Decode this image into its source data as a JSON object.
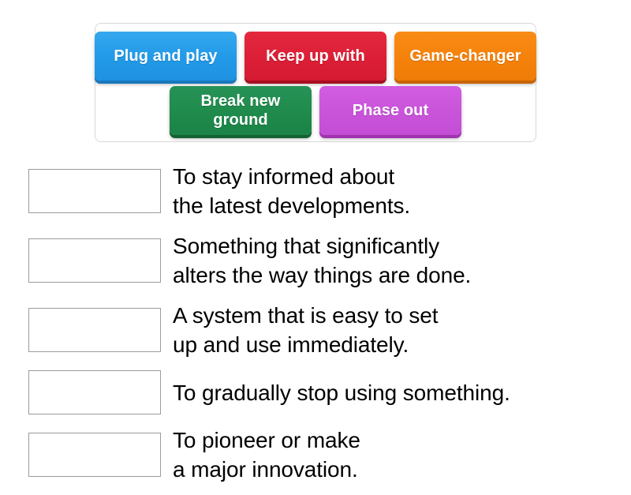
{
  "activity": {
    "type": "drag-and-drop-matching",
    "background_color": "#ffffff"
  },
  "tile_tray": {
    "border_color": "#d8d8d8",
    "rows": [
      {
        "tiles": [
          {
            "label": "Plug and play",
            "color": "#229ae8",
            "color_name": "blue"
          },
          {
            "label": "Keep up with",
            "color": "#dc1f37",
            "color_name": "red"
          },
          {
            "label": "Game-changer",
            "color": "#f5820b",
            "color_name": "orange"
          }
        ]
      },
      {
        "tiles": [
          {
            "label": "Break new\nground",
            "color": "#1f8b4c",
            "color_name": "green"
          },
          {
            "label": "Phase out",
            "color": "#c954da",
            "color_name": "purple"
          }
        ]
      }
    ]
  },
  "answers": {
    "drop_box_border_color": "#9b9b9b",
    "text_color": "#000000",
    "rows": [
      {
        "drop_value": "",
        "text": "To stay informed about\nthe latest developments."
      },
      {
        "drop_value": "",
        "text": "Something that significantly\nalters the way things are done."
      },
      {
        "drop_value": "",
        "text": "A system that is easy to set\nup and use immediately."
      },
      {
        "drop_value": "",
        "text": "To gradually stop using something."
      },
      {
        "drop_value": "",
        "text": "To pioneer or make\na major innovation."
      }
    ]
  }
}
